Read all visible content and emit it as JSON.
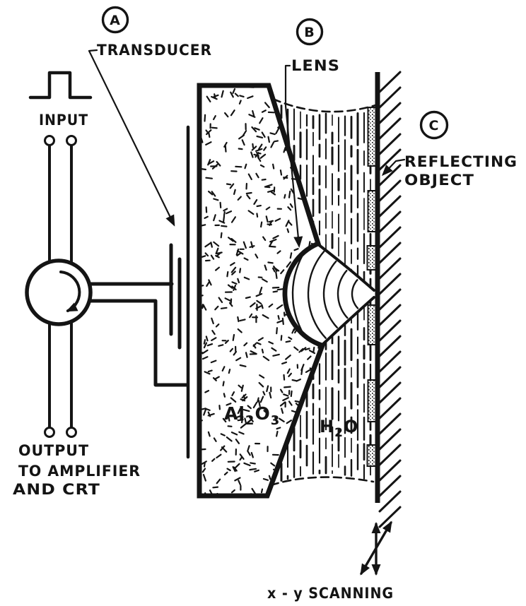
{
  "figure": {
    "background": "#ffffff",
    "ink": "#141414",
    "description": "Schematic of a scanning acoustic microscope"
  },
  "callouts": {
    "a": "A",
    "b": "B",
    "c": "C"
  },
  "labels": {
    "transducer": "TRANSDUCER",
    "input": "INPUT",
    "output_line1": "OUTPUT",
    "output_line2": "TO AMPLIFIER",
    "output_line3": "AND CRT",
    "lens": "LENS",
    "reflecting_line1": "REFLECTING",
    "reflecting_line2": "OBJECT",
    "scanning": "x - y SCANNING"
  },
  "materials": {
    "block": {
      "base1": "Al",
      "sub1": "2",
      "base2": "O",
      "sub2": "3"
    },
    "fluid": {
      "base1": "H",
      "sub1": "2",
      "base2": "O"
    }
  }
}
